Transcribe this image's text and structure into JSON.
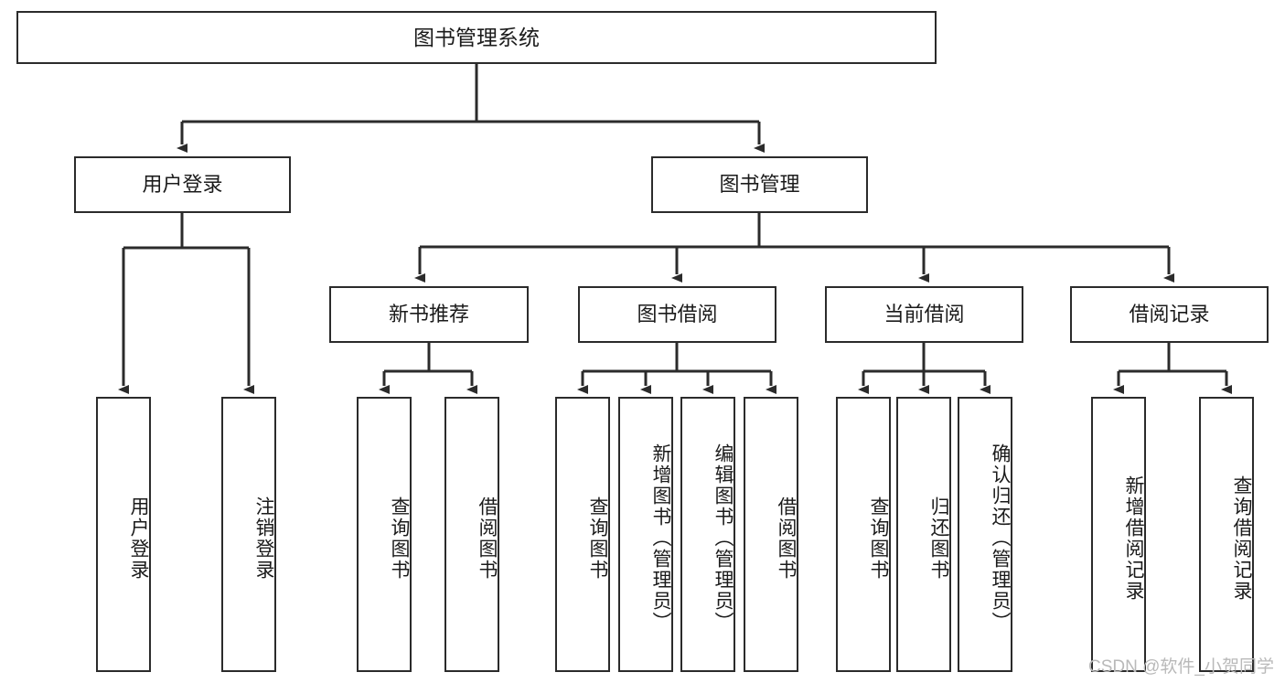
{
  "diagram": {
    "title": "图书管理系统",
    "type": "functional-structure-tree",
    "watermark": "CSDN @软件_小贺同学",
    "colors": {
      "box_border": "#2b2b2b",
      "box_fill": "#ffffff",
      "edge": "#2b2b2b",
      "text": "#1b1b1b",
      "watermark": "#b9b9b9",
      "background": "#ffffff"
    },
    "nodes": {
      "root": {
        "label": "图书管理系统"
      },
      "level2": [
        {
          "id": "user-login",
          "label": "用户登录"
        },
        {
          "id": "book-manage",
          "label": "图书管理"
        }
      ],
      "level3": [
        {
          "id": "new-book-recommend",
          "label": "新书推荐"
        },
        {
          "id": "book-borrow",
          "label": "图书借阅"
        },
        {
          "id": "current-borrow",
          "label": "当前借阅"
        },
        {
          "id": "borrow-record",
          "label": "借阅记录"
        }
      ],
      "leaves": {
        "user_login": [
          {
            "id": "leaf-user-login",
            "label": "用户登录"
          },
          {
            "id": "leaf-logout-login",
            "label": "注销登录"
          }
        ],
        "new_book_recommend": [
          {
            "id": "leaf-query-book-1",
            "label": "查询图书"
          },
          {
            "id": "leaf-borrow-book-1",
            "label": "借阅图书"
          }
        ],
        "book_borrow": [
          {
            "id": "leaf-query-book-2",
            "label": "查询图书"
          },
          {
            "id": "leaf-add-book",
            "label": "新增图书（管理员）"
          },
          {
            "id": "leaf-edit-book",
            "label": "编辑图书（管理员）"
          },
          {
            "id": "leaf-borrow-book-2",
            "label": "借阅图书"
          }
        ],
        "current_borrow": [
          {
            "id": "leaf-query-book-3",
            "label": "查询图书"
          },
          {
            "id": "leaf-return-book",
            "label": "归还图书"
          },
          {
            "id": "leaf-confirm-return",
            "label": "确认归还（管理员）"
          }
        ],
        "borrow_record": [
          {
            "id": "leaf-add-record",
            "label": "新增借阅记录"
          },
          {
            "id": "leaf-query-record",
            "label": "查询借阅记录"
          }
        ]
      }
    }
  }
}
